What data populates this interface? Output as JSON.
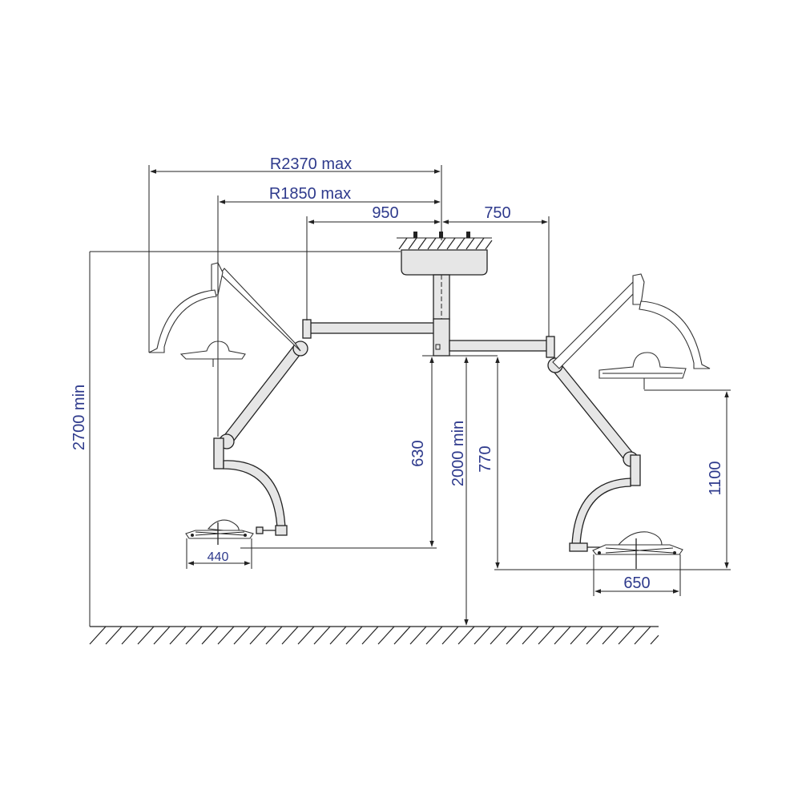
{
  "dimensions": {
    "reach_max": "R2370 max",
    "reach_min": "R1850 max",
    "left_arm": "950",
    "right_arm": "750",
    "ceiling_height": "2700 min",
    "floor_to_arm": "2000 min",
    "left_drop": "630",
    "right_drop": "770",
    "right_head_travel": "1100",
    "small_head_diameter": "440",
    "large_head_diameter": "650"
  },
  "colors": {
    "dimension_text": "#2e3a8c",
    "line": "#222222",
    "arm_fill": "#e6e6e6"
  }
}
